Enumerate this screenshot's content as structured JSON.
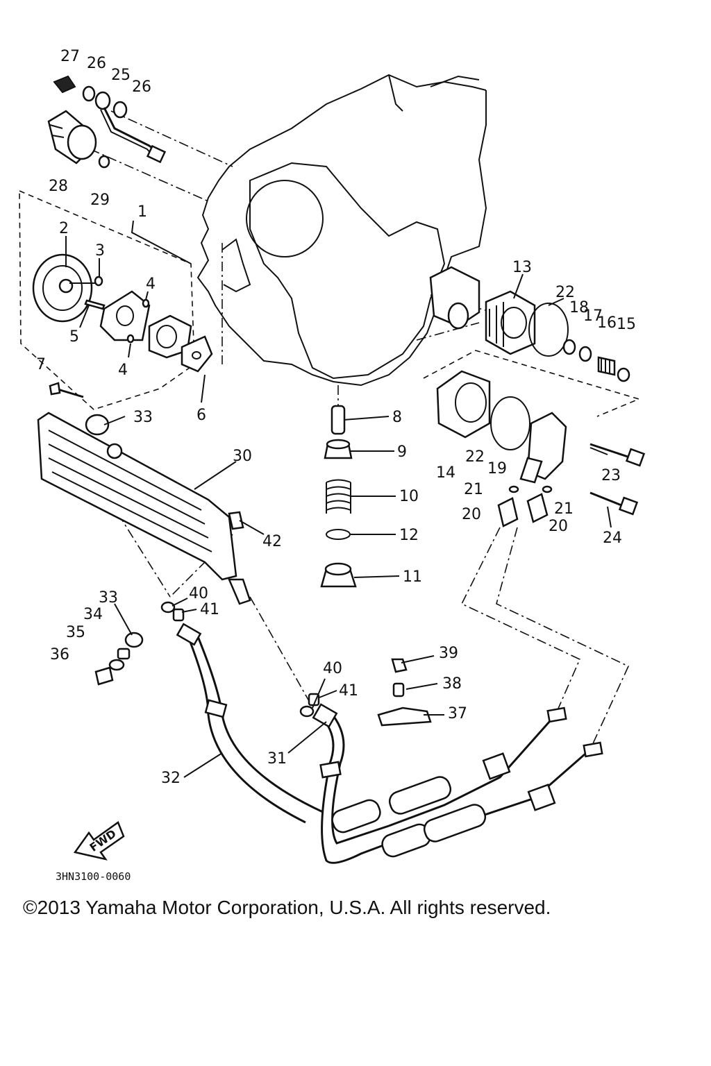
{
  "diagram": {
    "drawing_code": "3HN3100-0060",
    "fwd_label": "FWD",
    "callouts": [
      {
        "id": "c27",
        "text": "27"
      },
      {
        "id": "c26a",
        "text": "26"
      },
      {
        "id": "c25",
        "text": "25"
      },
      {
        "id": "c26b",
        "text": "26"
      },
      {
        "id": "c28",
        "text": "28"
      },
      {
        "id": "c29",
        "text": "29"
      },
      {
        "id": "c1",
        "text": "1"
      },
      {
        "id": "c2",
        "text": "2"
      },
      {
        "id": "c3",
        "text": "3"
      },
      {
        "id": "c4a",
        "text": "4"
      },
      {
        "id": "c5",
        "text": "5"
      },
      {
        "id": "c4b",
        "text": "4"
      },
      {
        "id": "c7",
        "text": "7"
      },
      {
        "id": "c6",
        "text": "6"
      },
      {
        "id": "c13",
        "text": "13"
      },
      {
        "id": "c22a",
        "text": "22"
      },
      {
        "id": "c18",
        "text": "18"
      },
      {
        "id": "c17",
        "text": "17"
      },
      {
        "id": "c16",
        "text": "16"
      },
      {
        "id": "c15",
        "text": "15"
      },
      {
        "id": "c33a",
        "text": "33"
      },
      {
        "id": "c8",
        "text": "8"
      },
      {
        "id": "c30",
        "text": "30"
      },
      {
        "id": "c9",
        "text": "9"
      },
      {
        "id": "c14",
        "text": "14"
      },
      {
        "id": "c22b",
        "text": "22"
      },
      {
        "id": "c19",
        "text": "19"
      },
      {
        "id": "c23",
        "text": "23"
      },
      {
        "id": "c10",
        "text": "10"
      },
      {
        "id": "c21a",
        "text": "21"
      },
      {
        "id": "c21b",
        "text": "21"
      },
      {
        "id": "c20a",
        "text": "20"
      },
      {
        "id": "c20b",
        "text": "20"
      },
      {
        "id": "c24",
        "text": "24"
      },
      {
        "id": "c12",
        "text": "12"
      },
      {
        "id": "c42",
        "text": "42"
      },
      {
        "id": "c11",
        "text": "11"
      },
      {
        "id": "c40a",
        "text": "40"
      },
      {
        "id": "c41a",
        "text": "41"
      },
      {
        "id": "c33b",
        "text": "33"
      },
      {
        "id": "c34",
        "text": "34"
      },
      {
        "id": "c35",
        "text": "35"
      },
      {
        "id": "c36",
        "text": "36"
      },
      {
        "id": "c39",
        "text": "39"
      },
      {
        "id": "c40b",
        "text": "40"
      },
      {
        "id": "c41b",
        "text": "41"
      },
      {
        "id": "c38",
        "text": "38"
      },
      {
        "id": "c37",
        "text": "37"
      },
      {
        "id": "c31",
        "text": "31"
      },
      {
        "id": "c32",
        "text": "32"
      }
    ]
  },
  "footer": {
    "copyright": "©2013 Yamaha Motor Corporation, U.S.A. All rights reserved."
  }
}
